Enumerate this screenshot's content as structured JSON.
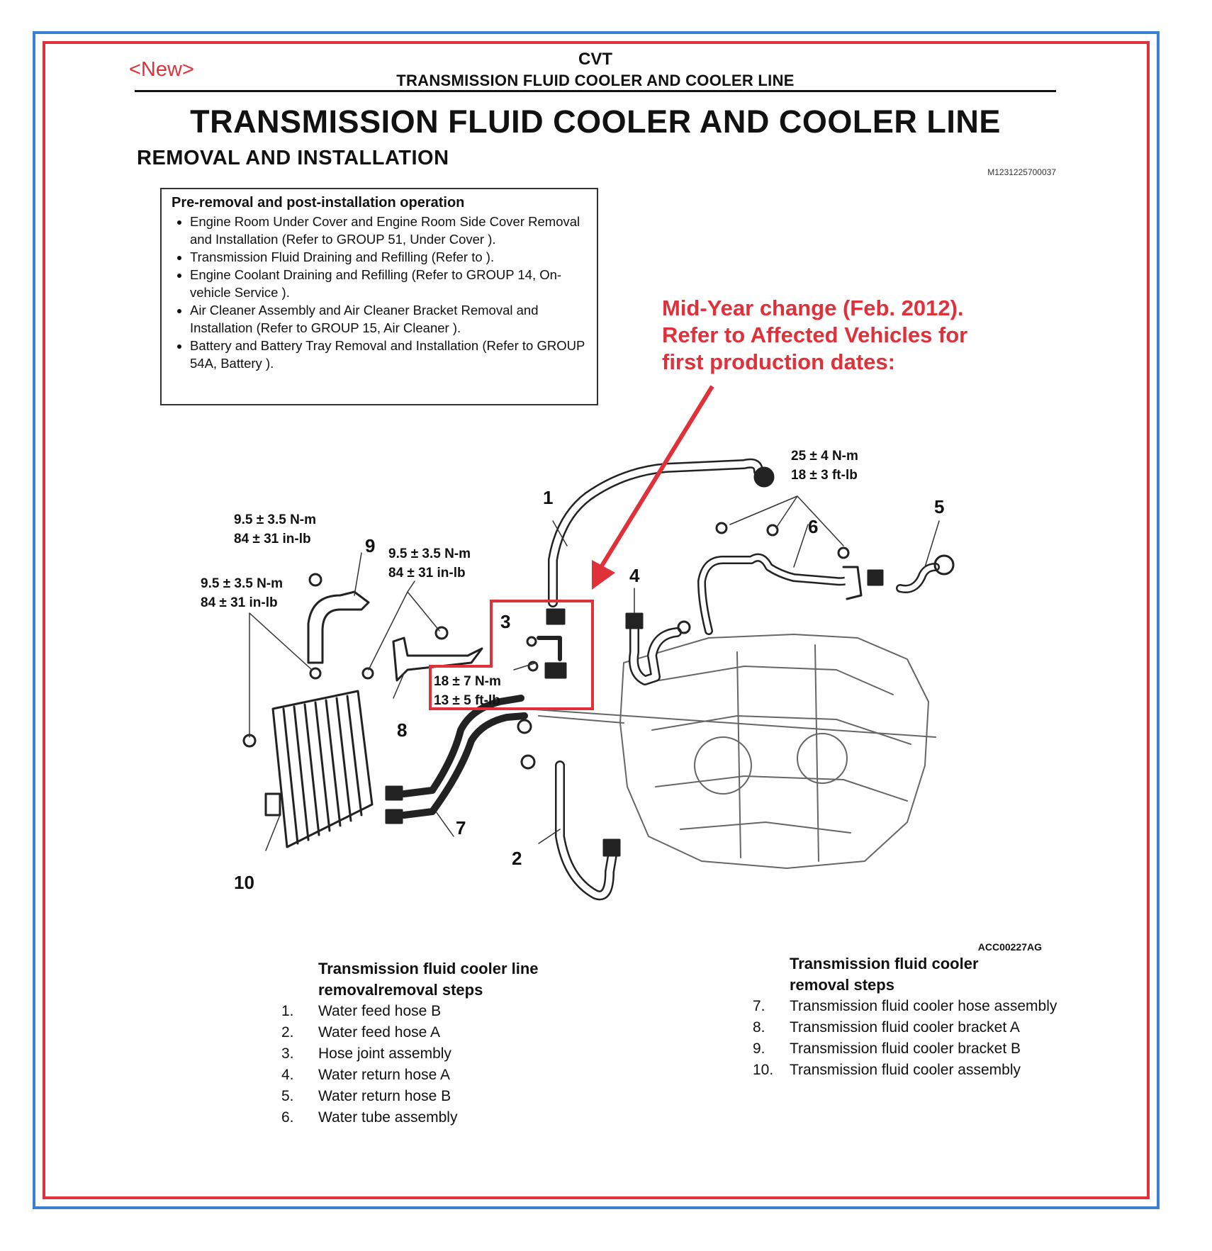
{
  "header": {
    "new_tag": "<New>",
    "section": "CVT",
    "subsection": "TRANSMISSION FLUID COOLER AND COOLER LINE",
    "title": "TRANSMISSION FLUID COOLER AND COOLER LINE",
    "subtitle": "REMOVAL AND INSTALLATION",
    "doc_id": "M1231225700037"
  },
  "pre_removal": {
    "title": "Pre-removal and post-installation operation",
    "items": [
      "Engine Room Under Cover and Engine Room Side Cover Removal and Installation (Refer to GROUP 51, Under Cover ).",
      "Transmission Fluid Draining and Refilling (Refer to ).",
      "Engine Coolant Draining and Refilling (Refer to GROUP 14, On-vehicle Service ).",
      "Air Cleaner Assembly and Air Cleaner Bracket Removal and Installation (Refer to GROUP 15, Air Cleaner ).",
      "Battery and Battery Tray Removal and Installation (Refer to GROUP 54A, Battery )."
    ]
  },
  "callout": {
    "line1": "Mid-Year change (Feb. 2012).",
    "line2": "Refer to Affected Vehicles for",
    "line3": "first production dates:"
  },
  "diagram": {
    "torques": {
      "t_top_right_nm": "25 ± 4 N-m",
      "t_top_right_ftlb": "18 ± 3 ft-lb",
      "t_left_top_nm": "9.5 ± 3.5 N-m",
      "t_left_top_inlb": "84 ± 31 in-lb",
      "t_mid_nm": "9.5 ± 3.5 N-m",
      "t_mid_inlb": "84 ± 31 in-lb",
      "t_left_nm": "9.5 ± 3.5 N-m",
      "t_left_inlb": "84 ± 31 in-lb",
      "t_box_nm": "18 ± 7 N-m",
      "t_box_ftlb": "13 ± 5 ft-lb"
    },
    "labels": [
      "1",
      "2",
      "3",
      "4",
      "5",
      "6",
      "7",
      "8",
      "9",
      "10"
    ],
    "code": "ACC00227AG",
    "colors": {
      "highlight": "#e0303a",
      "line": "#222222"
    }
  },
  "cooler_line_list": {
    "title_line1": "Transmission fluid cooler line",
    "title_line2": "removalremoval steps",
    "steps": [
      {
        "n": "1.",
        "text": "Water feed hose B"
      },
      {
        "n": "2.",
        "text": "Water feed hose A"
      },
      {
        "n": "3.",
        "text": "Hose joint assembly"
      },
      {
        "n": "4.",
        "text": "Water return hose A"
      },
      {
        "n": "5.",
        "text": "Water return hose B"
      },
      {
        "n": "6.",
        "text": "Water tube assembly"
      }
    ]
  },
  "cooler_list": {
    "title_line1": "Transmission fluid cooler",
    "title_line2": "removal steps",
    "steps": [
      {
        "n": "7.",
        "text": "Transmission fluid cooler hose assembly"
      },
      {
        "n": "8.",
        "text": "Transmission fluid cooler bracket A"
      },
      {
        "n": "9.",
        "text": "Transmission fluid cooler bracket B"
      },
      {
        "n": "10.",
        "text": "Transmission fluid cooler assembly"
      }
    ]
  }
}
